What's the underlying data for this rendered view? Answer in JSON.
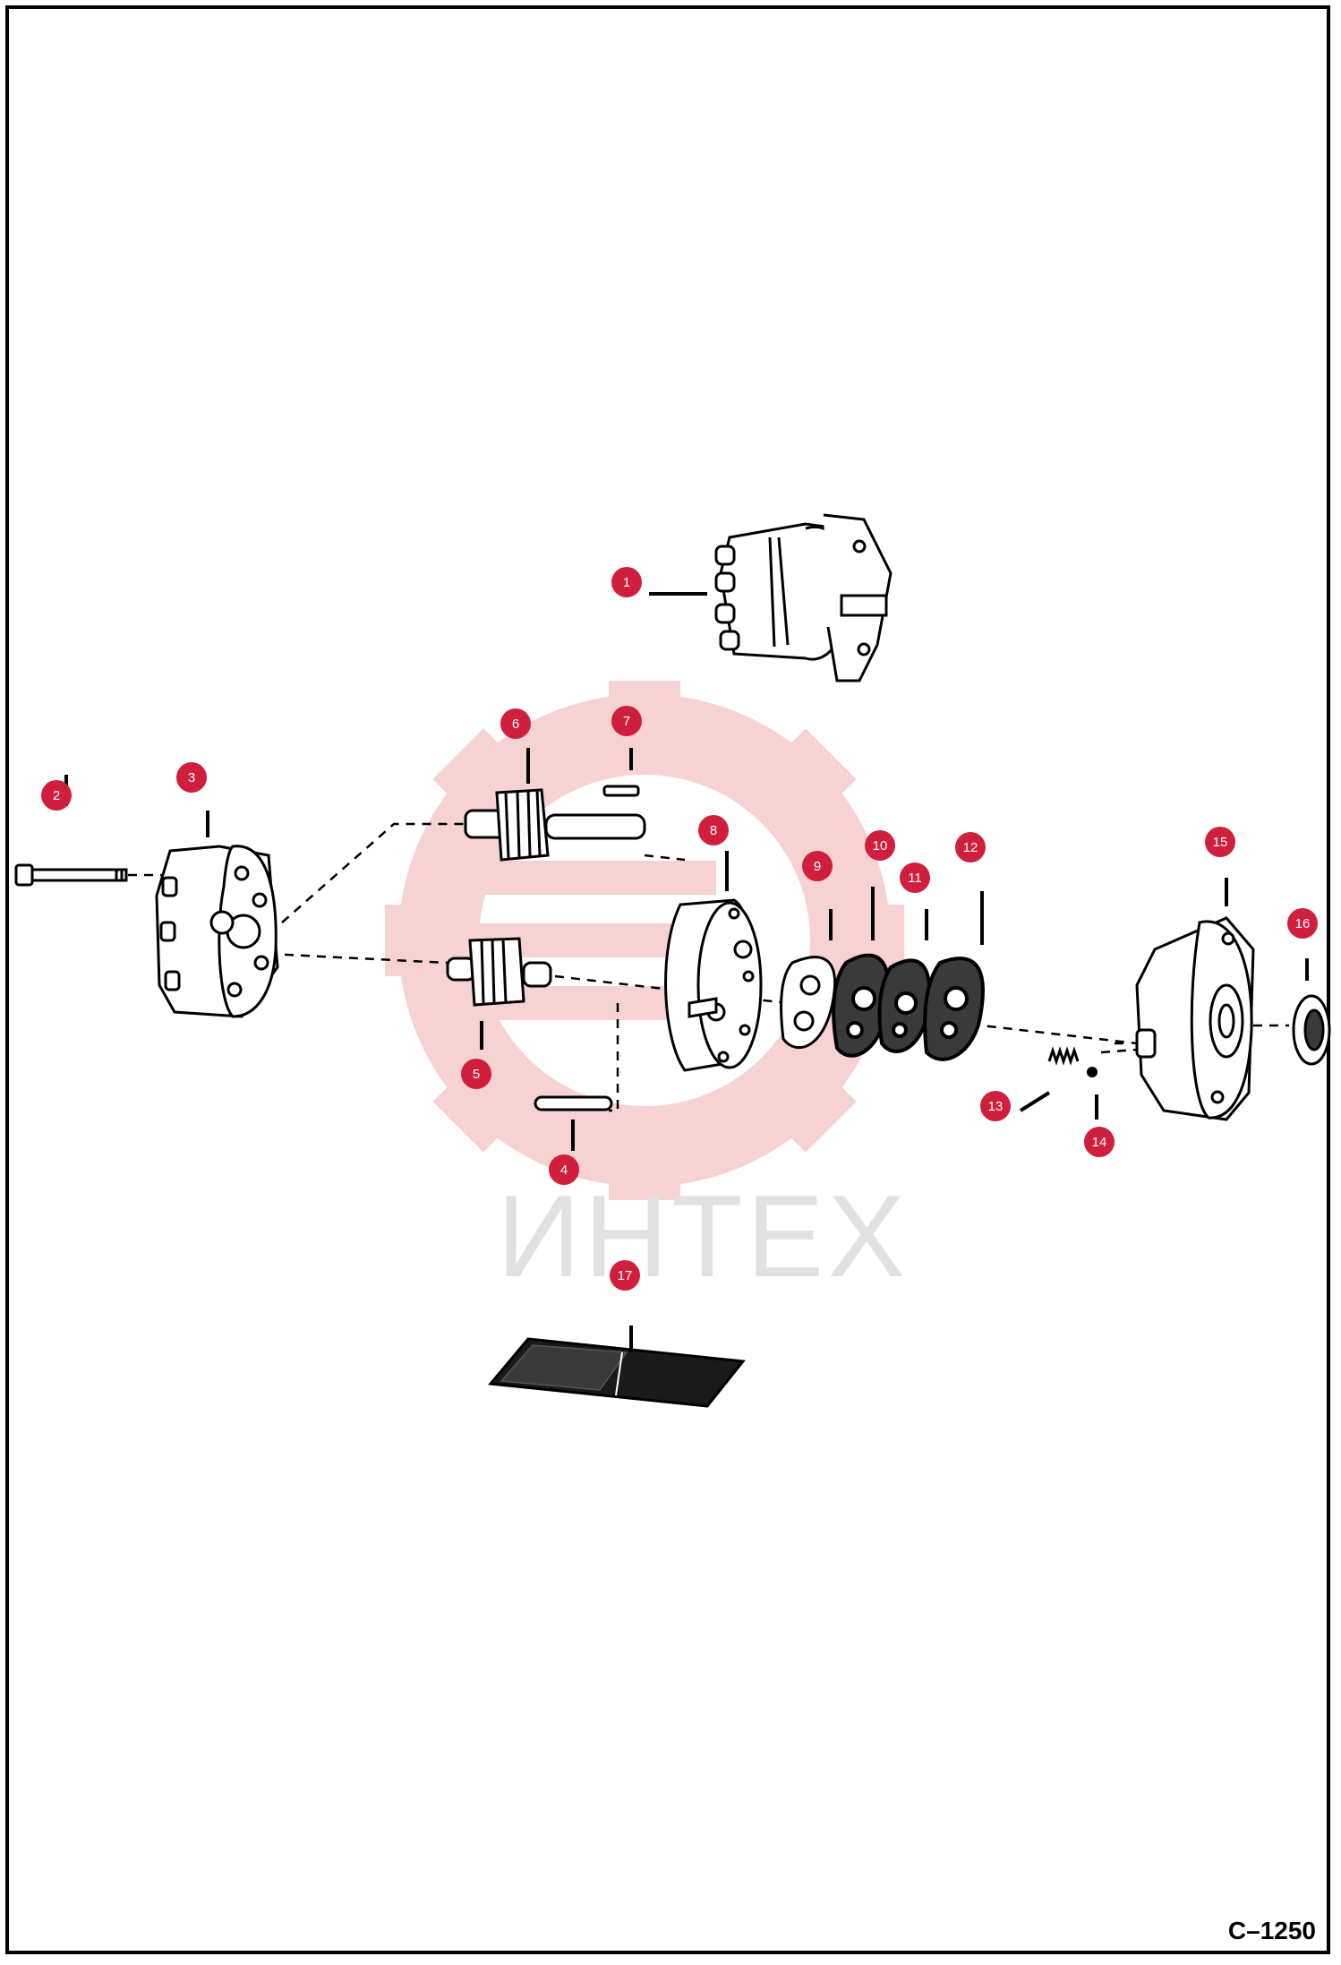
{
  "watermark": {
    "text": "ИНТЕХ",
    "color": "#e1e1e1",
    "gear_color": "#f4c7c7"
  },
  "figure_code": "C–1250",
  "callout_color": "#cf1f3d",
  "callouts": [
    "1",
    "2",
    "3",
    "4",
    "5",
    "6",
    "7",
    "8",
    "9",
    "10",
    "11",
    "12",
    "13",
    "14",
    "15",
    "16",
    "17"
  ]
}
